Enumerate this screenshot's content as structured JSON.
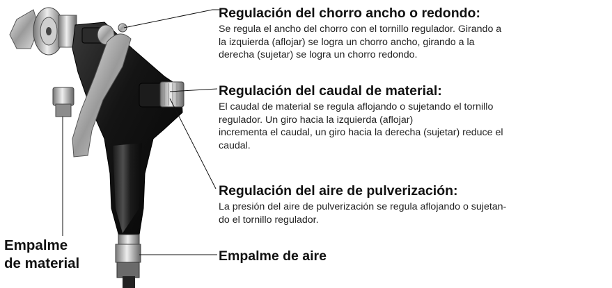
{
  "callouts": [
    {
      "title": "Regulación del chorro ancho o redondo:",
      "lines": [
        "Se regula el ancho del chorro con el tornillo regulador. Girando a",
        "la izquierda (aflojar) se logra un chorro ancho, girando a la",
        "derecha (sujetar) se logra un chorro redondo."
      ]
    },
    {
      "title": "Regulación del caudal de material:",
      "lines": [
        "El caudal de material se regula aflojando o sujetando el tornillo",
        "regulador. Un giro hacia la izquierda (aflojar)",
        "incrementa el caudal, un giro hacia la derecha (sujetar) reduce el",
        "caudal."
      ]
    },
    {
      "title": "Regulación del aire de pulverización:",
      "lines": [
        "La presión del aire de pulverización se regula aflojando o sujetan-",
        "do el tornillo regulador."
      ]
    },
    {
      "title": "Empalme de aire",
      "lines": []
    }
  ],
  "left_label": {
    "line1": "Empalme",
    "line2": "de material"
  }
}
